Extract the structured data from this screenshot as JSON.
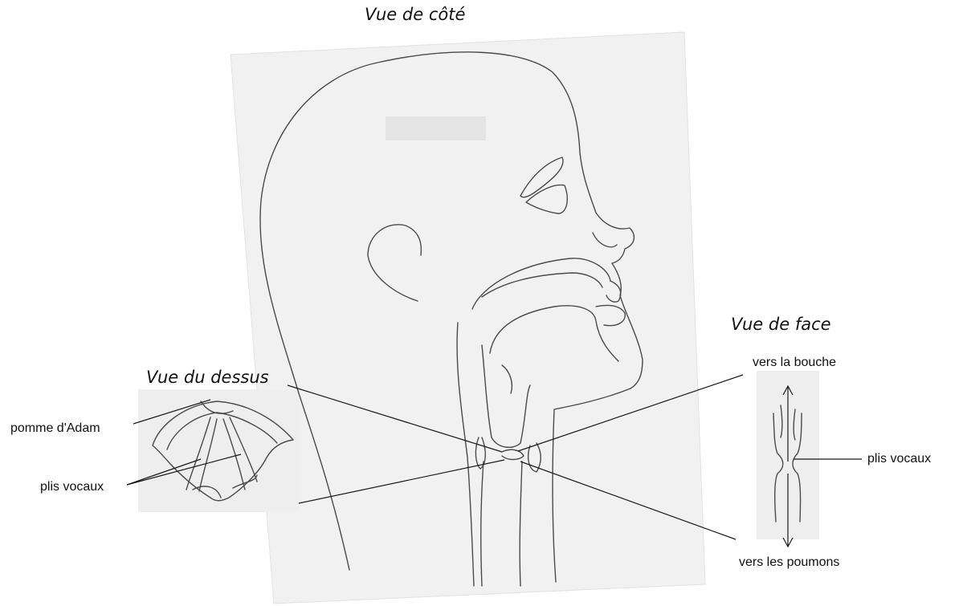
{
  "titles": {
    "side": "Vue de côté",
    "top": "Vue du dessus",
    "front": "Vue de face"
  },
  "labels": {
    "adam": "pomme d'Adam",
    "folds_top": "plis vocaux",
    "folds_front": "plis vocaux",
    "to_mouth": "vers la bouche",
    "to_lungs": "vers les poumons"
  },
  "colors": {
    "paper": "#f1f1f1",
    "pencil": "#4a4a4a",
    "leader": "#1a1a1a"
  }
}
